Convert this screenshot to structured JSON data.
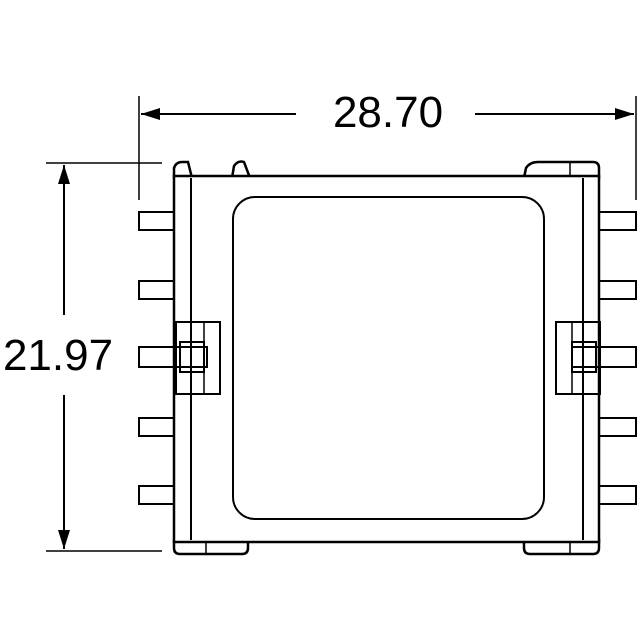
{
  "drawing": {
    "title": "",
    "dimensions": {
      "width_label": "28.70",
      "height_label": "21.97"
    },
    "pins_per_side": 5
  }
}
